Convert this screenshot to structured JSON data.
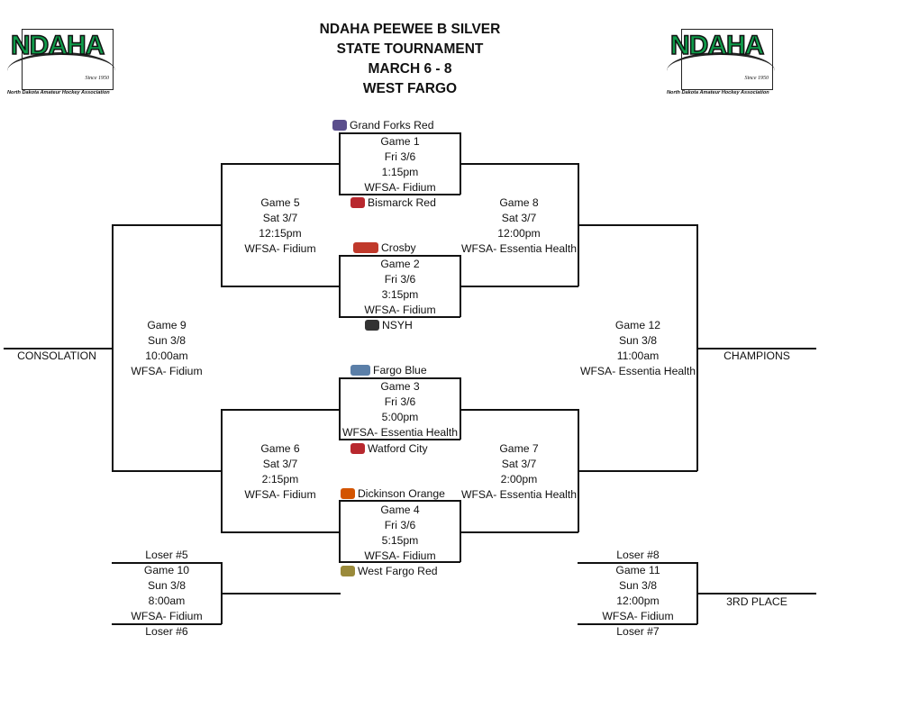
{
  "header": {
    "lines": [
      "NDAHA PEEWEE B SILVER",
      "STATE TOURNAMENT",
      "MARCH 6 - 8",
      "WEST FARGO"
    ]
  },
  "logo": {
    "word": "NDAHA",
    "since": "Since 1950",
    "tagline": "North Dakota Amateur Hockey Association",
    "colors": {
      "green": "#0f9b4a",
      "outline": "#111111"
    }
  },
  "teams": {
    "t1": {
      "name": "Grand Forks Red",
      "icon": "grand-forks-logo-icon",
      "color": "#5a4e8c"
    },
    "t2": {
      "name": "Bismarck Red",
      "icon": "bismarck-logo-icon",
      "color": "#b8282e"
    },
    "t3": {
      "name": "Crosby",
      "icon": "crosby-logo-icon",
      "color": "#c0392b"
    },
    "t4": {
      "name": "NSYH",
      "icon": "nsyh-logo-icon",
      "color": "#333333"
    },
    "t5": {
      "name": "Fargo Blue",
      "icon": "fargo-logo-icon",
      "color": "#5b7fa8"
    },
    "t6": {
      "name": "Watford City",
      "icon": "watford-city-logo-icon",
      "color": "#b8282e"
    },
    "t7": {
      "name": "Dickinson Orange",
      "icon": "dickinson-logo-icon",
      "color": "#d35400"
    },
    "t8": {
      "name": "West Fargo Red",
      "icon": "west-fargo-logo-icon",
      "color": "#9a8a3a"
    }
  },
  "games": {
    "g1": [
      "Game 1",
      "Fri 3/6",
      "1:15pm",
      "WFSA- Fidium"
    ],
    "g2": [
      "Game 2",
      "Fri 3/6",
      "3:15pm",
      "WFSA- Fidium"
    ],
    "g3": [
      "Game 3",
      "Fri 3/6",
      "5:00pm",
      "WFSA- Essentia Health"
    ],
    "g4": [
      "Game 4",
      "Fri 3/6",
      "5:15pm",
      "WFSA- Fidium"
    ],
    "g5": [
      "Game 5",
      "Sat 3/7",
      "12:15pm",
      "WFSA- Fidium"
    ],
    "g6": [
      "Game 6",
      "Sat 3/7",
      "2:15pm",
      "WFSA- Fidium"
    ],
    "g7": [
      "Game 7",
      "Sat 3/7",
      "2:00pm",
      "WFSA- Essentia Health"
    ],
    "g8": [
      "Game 8",
      "Sat 3/7",
      "12:00pm",
      "WFSA- Essentia Health"
    ],
    "g9": [
      "Game 9",
      "Sun 3/8",
      "10:00am",
      "WFSA- Fidium"
    ],
    "g10": [
      "Game 10",
      "Sun 3/8",
      "8:00am",
      "WFSA- Fidium"
    ],
    "g11": [
      "Game 11",
      "Sun 3/8",
      "12:00pm",
      "WFSA- Fidium"
    ],
    "g12": [
      "Game 12",
      "Sun 3/8",
      "11:00am",
      "WFSA- Essentia Health"
    ]
  },
  "labels": {
    "consolation": "CONSOLATION",
    "champions": "CHAMPIONS",
    "third": "3RD PLACE",
    "loser5": "Loser #5",
    "loser6": "Loser #6",
    "loser7": "Loser #7",
    "loser8": "Loser #8"
  }
}
